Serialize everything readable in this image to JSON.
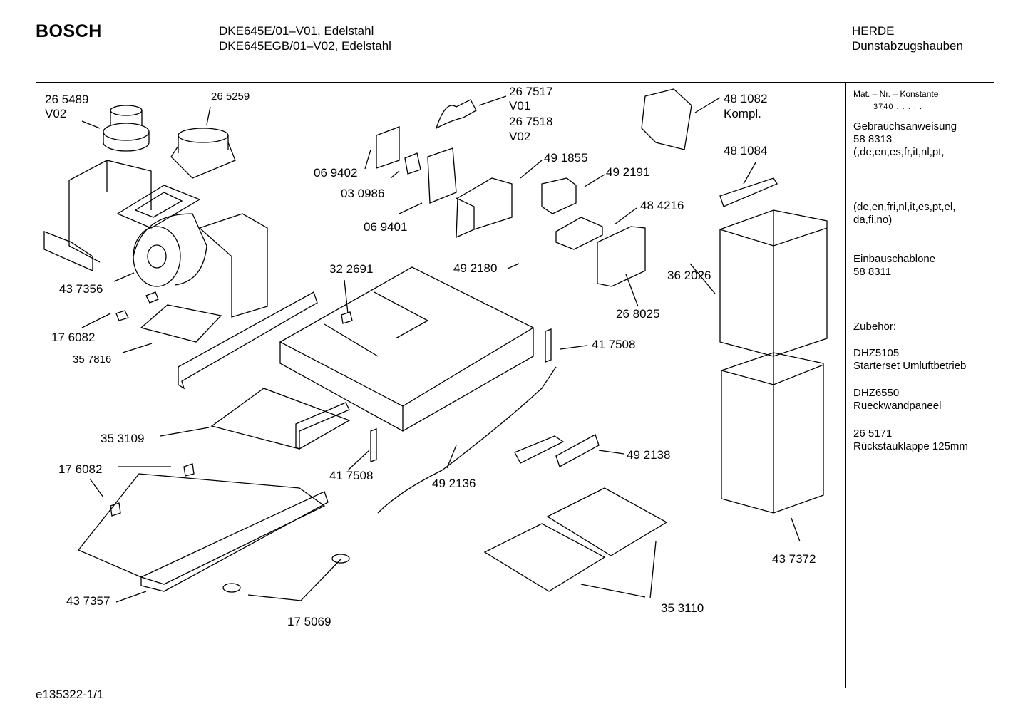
{
  "header": {
    "brand": "BOSCH",
    "models": [
      "DKE645E/01–V01, Edelstahl",
      "DKE645EGB/01–V02,  Edelstahl"
    ],
    "category": [
      "HERDE",
      "Dunstabzugshauben"
    ]
  },
  "sidebar": {
    "constant_label": "Mat. – Nr. – Konstante",
    "constant_value": "3740  .  .  .  .  .",
    "blocks": [
      [
        "Gebrauchsanweisung",
        "58 8313",
        "(,de,en,es,fr,it,nl,pt,"
      ],
      [
        "(de,en,fri,nl,it,es,pt,el,",
        "da,fi,no)"
      ],
      [
        "Einbauschablone",
        "58 8311"
      ],
      [
        "Zubehör:"
      ],
      [
        "DHZ5105",
        "Starterset  Umluftbetrieb"
      ],
      [
        "DHZ6550",
        "Rueckwandpaneel"
      ],
      [
        "26 5171",
        "Rückstauklappe 125mm"
      ]
    ]
  },
  "parts": [
    {
      "lines": [
        "26 5489",
        "V02"
      ]
    },
    {
      "lines": [
        "26 5259"
      ]
    },
    {
      "lines": [
        "26 7517",
        "V01",
        "26 7518",
        "V02"
      ]
    },
    {
      "lines": [
        "48 1082",
        "Kompl."
      ]
    },
    {
      "lines": [
        "06 9402"
      ]
    },
    {
      "lines": [
        "03 0986"
      ]
    },
    {
      "lines": [
        "06 9401"
      ]
    },
    {
      "lines": [
        "49 1855"
      ]
    },
    {
      "lines": [
        "49 2191"
      ]
    },
    {
      "lines": [
        "48 1084"
      ]
    },
    {
      "lines": [
        "48 4216"
      ]
    },
    {
      "lines": [
        "43 7356"
      ]
    },
    {
      "lines": [
        "32 2691"
      ]
    },
    {
      "lines": [
        "49 2180"
      ]
    },
    {
      "lines": [
        "36 2026"
      ]
    },
    {
      "lines": [
        "17 6082"
      ]
    },
    {
      "lines": [
        "35 7816"
      ]
    },
    {
      "lines": [
        "26 8025"
      ]
    },
    {
      "lines": [
        "41 7508"
      ]
    },
    {
      "lines": [
        "35 3109"
      ]
    },
    {
      "lines": [
        "49 2138"
      ]
    },
    {
      "lines": [
        "17 6082"
      ]
    },
    {
      "lines": [
        "41 7508"
      ]
    },
    {
      "lines": [
        "49 2136"
      ]
    },
    {
      "lines": [
        "43 7372"
      ]
    },
    {
      "lines": [
        "43 7357"
      ]
    },
    {
      "lines": [
        "35 3110"
      ]
    },
    {
      "lines": [
        "17 5069"
      ]
    }
  ],
  "footer": "e135322-1/1"
}
